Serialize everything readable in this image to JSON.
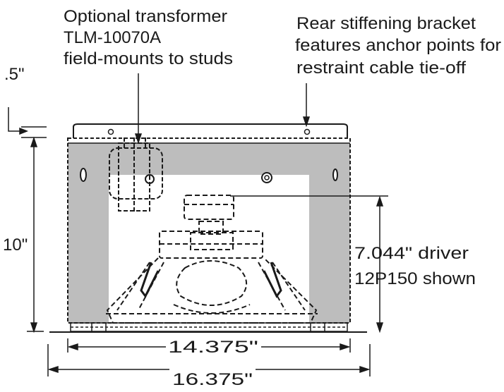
{
  "callouts": {
    "transformer": [
      "Optional transformer",
      "TLM-10070A",
      "field-mounts to studs"
    ],
    "bracket": [
      "Rear stiffening bracket",
      "features anchor points for",
      "restraint cable tie-off"
    ],
    "driver": [
      "7.044\" driver",
      "12P150 shown"
    ]
  },
  "dimensions": {
    "top_offset": ".5\"",
    "height": "10\"",
    "inner_width": "14.375\"",
    "outer_width": "16.375\""
  },
  "colors": {
    "line": "#1a1a1a",
    "frame_fill": "#bdbdbd",
    "background": "#ffffff"
  }
}
